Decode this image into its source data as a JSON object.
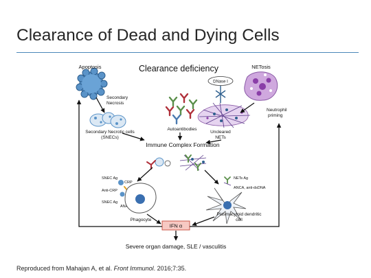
{
  "slide": {
    "title": "Clearance of Dead and Dying Cells"
  },
  "diagram": {
    "title": "Clearance deficiency",
    "labels": {
      "apoptosis": "Apoptosis",
      "netosis": "NETosis",
      "dnase": "DNase I",
      "neutrophil_priming_1": "Neutrophil",
      "neutrophil_priming_2": "priming",
      "secondary_necrosis_1": "Secondary",
      "secondary_necrosis_2": "Necrosis",
      "autoantibodies": "Autoantibodies",
      "snecs_1": "Secondary Necrotic cells",
      "snecs_2": "(SNECs)",
      "uncleared_1": "Uncleared",
      "uncleared_2": "NETs",
      "immune_complex": "Immune Complex Formation",
      "snec_ag_top": "SNEC Ag",
      "crp": "CRP",
      "anti_crp": "Anti-CRP",
      "snec_ag_bottom": "SNEC Ag",
      "ana": "ANA",
      "phagocyte": "Phagocyte",
      "nets_ag": "NETs Ag",
      "anca": "ANCA, anti-dsDNA",
      "pdc_1": "Plasmacytoid dendritic",
      "pdc_2": "cell",
      "ifn": "IFN α",
      "outcome": "Severe organ damage, SLE / vasculitis"
    }
  },
  "citation": {
    "prefix": "Reproduced from Mahajan A, et al. ",
    "journal": "Front Immunol",
    "suffix": ". 2016;7:35."
  }
}
